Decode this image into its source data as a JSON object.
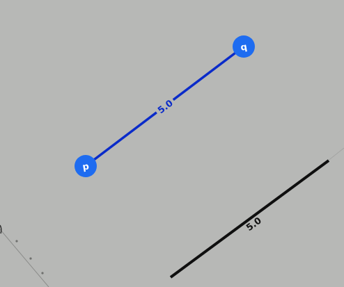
{
  "segment_pq": {
    "length_label": "5.0",
    "color": "#0a2bc9"
  },
  "point_p": {
    "label": "p",
    "color": "#1e6cf0"
  },
  "point_q": {
    "label": "q",
    "color": "#1e6cf0"
  },
  "reference_segment": {
    "length_label": "5.0",
    "color": "#0f0f0f"
  },
  "background": {
    "color": "#b7b8b6",
    "construction_line_color": "#8b8c8a"
  }
}
